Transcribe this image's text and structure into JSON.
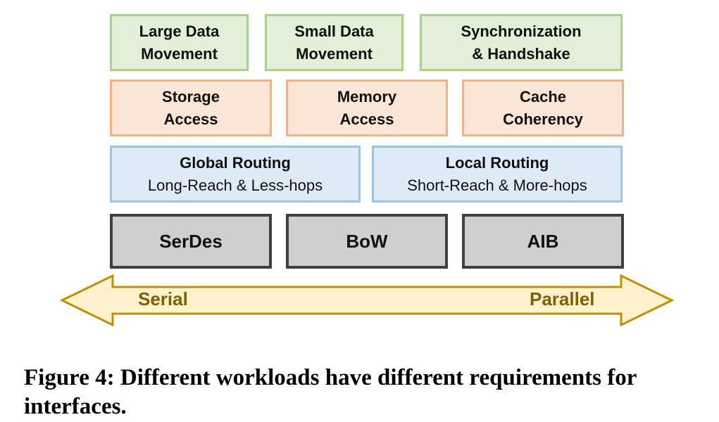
{
  "layers": {
    "workloads": [
      {
        "line1": "Large Data",
        "line2": "Movement"
      },
      {
        "line1": "Small Data",
        "line2": "Movement"
      },
      {
        "line1": "Synchronization",
        "line2": "& Handshake"
      }
    ],
    "access": [
      {
        "line1": "Storage",
        "line2": "Access"
      },
      {
        "line1": "Memory",
        "line2": "Access"
      },
      {
        "line1": "Cache",
        "line2": "Coherency"
      }
    ],
    "routing": [
      {
        "title": "Global Routing",
        "subtitle": "Long-Reach & Less-hops"
      },
      {
        "title": "Local Routing",
        "subtitle": "Short-Reach & More-hops"
      }
    ],
    "physical": [
      "SerDes",
      "BoW",
      "AIB"
    ]
  },
  "arrow": {
    "left_label": "Serial",
    "right_label": "Parallel"
  },
  "caption": "Figure 4: Different workloads have different requirements for interfaces.",
  "colors": {
    "green_fill": "#e2efd9",
    "green_border": "#a9d18e",
    "orange_fill": "#fbe5d6",
    "orange_border": "#f4b183",
    "blue_fill": "#deebf7",
    "blue_border": "#9dc3e6",
    "gray_fill": "#d0cece",
    "gray_border": "#404040",
    "arrow_fill": "#fff2cc",
    "arrow_border": "#bf9000",
    "arrow_text": "#806000"
  }
}
